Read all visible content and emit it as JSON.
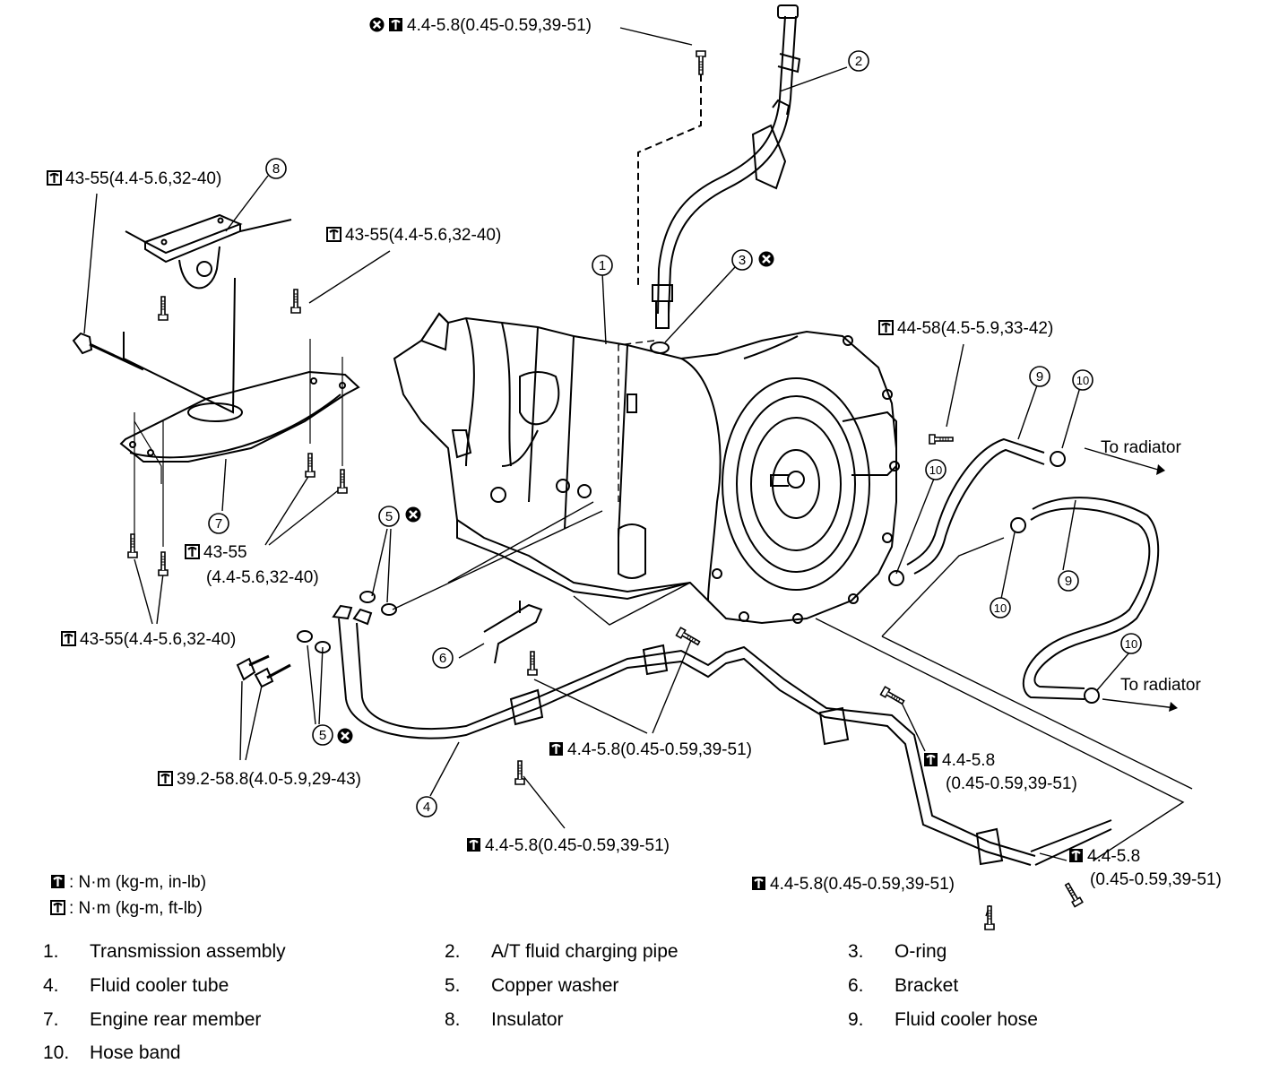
{
  "torque_callouts": [
    {
      "id": "t1",
      "sym": "x-bolt",
      "text": "4.4-5.8(0.45-0.59,39-51)"
    },
    {
      "id": "t2",
      "sym": "ft",
      "text": "43-55(4.4-5.6,32-40)"
    },
    {
      "id": "t3",
      "sym": "ft",
      "text": "43-55(4.4-5.6,32-40)"
    },
    {
      "id": "t4",
      "sym": "ft",
      "text": "44-58(4.5-5.9,33-42)"
    },
    {
      "id": "t5a",
      "sym": "ft",
      "text": "43-55"
    },
    {
      "id": "t5b",
      "sym": "",
      "text": "(4.4-5.6,32-40)"
    },
    {
      "id": "t6",
      "sym": "ft",
      "text": "43-55(4.4-5.6,32-40)"
    },
    {
      "id": "t7",
      "sym": "ft",
      "text": "39.2-58.8(4.0-5.9,29-43)"
    },
    {
      "id": "t8",
      "sym": "in",
      "text": "4.4-5.8(0.45-0.59,39-51)"
    },
    {
      "id": "t9",
      "sym": "in",
      "text": "4.4-5.8(0.45-0.59,39-51)"
    },
    {
      "id": "t10a",
      "sym": "in",
      "text": "4.4-5.8"
    },
    {
      "id": "t10b",
      "sym": "",
      "text": "(0.45-0.59,39-51)"
    },
    {
      "id": "t11a",
      "sym": "in",
      "text": "4.4-5.8"
    },
    {
      "id": "t11b",
      "sym": "",
      "text": "(0.45-0.59,39-51)"
    },
    {
      "id": "t12",
      "sym": "in",
      "text": "4.4-5.8(0.45-0.59,39-51)"
    }
  ],
  "destinations": [
    "To radiator",
    "To radiator"
  ],
  "callout_numbers": [
    "1",
    "2",
    "3",
    "4",
    "5",
    "5",
    "6",
    "7",
    "8",
    "9",
    "9",
    "10",
    "10",
    "10",
    "10"
  ],
  "legend": [
    {
      "sym": "in",
      "text": ": N·m (kg-m, in-lb)"
    },
    {
      "sym": "ft",
      "text": ": N·m (kg-m, ft-lb)"
    }
  ],
  "parts": [
    {
      "num": "1.",
      "name": "Transmission assembly"
    },
    {
      "num": "2.",
      "name": "A/T fluid charging pipe"
    },
    {
      "num": "3.",
      "name": "O-ring"
    },
    {
      "num": "4.",
      "name": "Fluid cooler tube"
    },
    {
      "num": "5.",
      "name": "Copper washer"
    },
    {
      "num": "6.",
      "name": "Bracket"
    },
    {
      "num": "7.",
      "name": "Engine rear member"
    },
    {
      "num": "8.",
      "name": "Insulator"
    },
    {
      "num": "9.",
      "name": "Fluid cooler hose"
    },
    {
      "num": "10.",
      "name": "Hose band"
    }
  ]
}
